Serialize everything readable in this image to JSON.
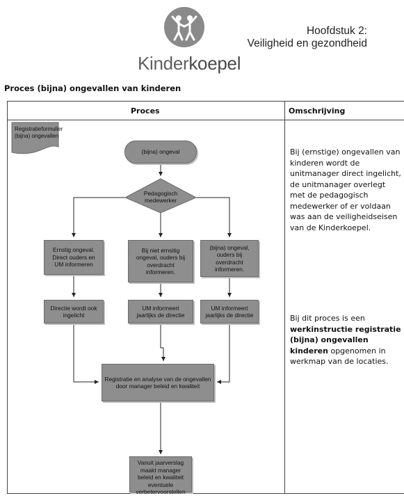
{
  "header": {
    "brand_prefix": "Kinder",
    "brand_suffix": "koepel",
    "chapter_line1": "Hoofdstuk 2:",
    "chapter_line2": "Veiligheid en gezondheid"
  },
  "page_title": "Proces (bijna) ongevallen van kinderen",
  "table": {
    "col_process": "Proces",
    "col_description": "Omschrijving"
  },
  "flow": {
    "document_line1": "Registratieformulier",
    "document_line2": "(bijna) ongevallen",
    "start": "(bijna) ongeval",
    "decision_line1": "Pedagogisch",
    "decision_line2": "medewerker",
    "left1": [
      "Ernstig ongeval.",
      "Direct ouders en",
      "UM  informeren"
    ],
    "mid1": [
      "Bij niet ernsitig",
      "ongeval, ouders bij",
      "overdracht",
      "informeren."
    ],
    "right1": [
      "(bijna) ongeval,",
      "ouders bij",
      "overdracht",
      "informeren."
    ],
    "left2": [
      "Directie wordt ook",
      "ingelicht"
    ],
    "mid2": [
      "UM  informeert",
      "jaarlijks de directie"
    ],
    "right2": [
      "UM  informeert",
      "jaarlijks de directie"
    ],
    "registration": [
      "Registratie en analyse van de ongevallen",
      "door manager beleid en kwaliteit"
    ],
    "final": [
      "Vanuit jaarverslag",
      "maakt manager",
      "beleid en kwaliteit",
      "eventuele",
      "verbetervoorstellen"
    ]
  },
  "description": {
    "para1": "Bij (ernstige) ongevallen van kinderen wordt de unitmanager direct ingelicht, de unitmanager overlegt met de pedagogisch medewerker of er voldaan was aan de veiligheidseisen van de Kinderkoepel.",
    "para2_pre": "Bij dit proces is een",
    "para2_bold": "werkinstructie registratie (bijna) ongevallen kinderen",
    "para2_post": "opgenomen in werkmap van de locaties."
  }
}
